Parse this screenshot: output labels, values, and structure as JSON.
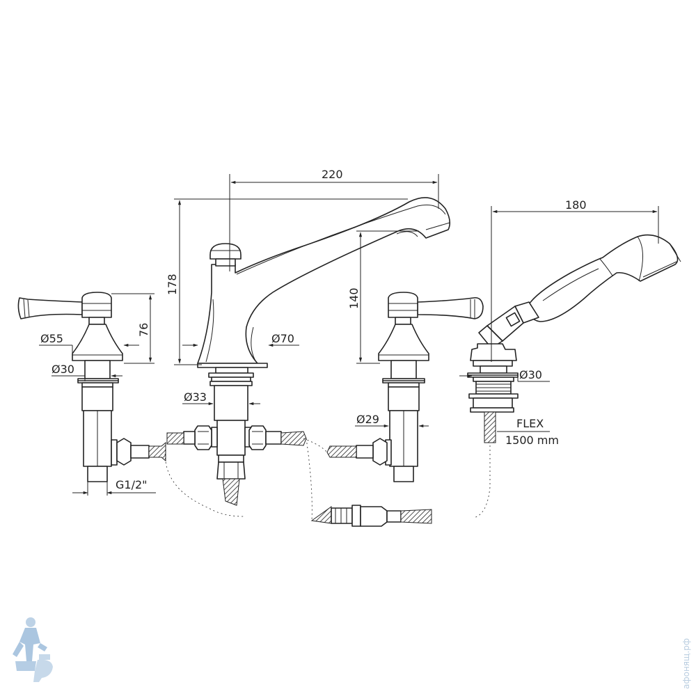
{
  "dimensions": {
    "spout_reach": "220",
    "spout_height": "178",
    "spout_outlet_height": "140",
    "handle_height": "76",
    "handshower_reach": "180",
    "escutcheon_left": "Ø55",
    "spout_base": "Ø70",
    "shank_left": "Ø30",
    "shank_spout": "Ø33",
    "shank_right": "Ø29",
    "shank_shower": "Ø30",
    "thread": "G1/2\"",
    "flex_label": "FLEX",
    "flex_length": "1500 mm"
  },
  "watermark": {
    "text": "афонящ.рф",
    "logo_icon": "plumber-logo-icon",
    "color": "#8fb3d6"
  },
  "colors": {
    "line": "#222222",
    "background": "#ffffff"
  }
}
